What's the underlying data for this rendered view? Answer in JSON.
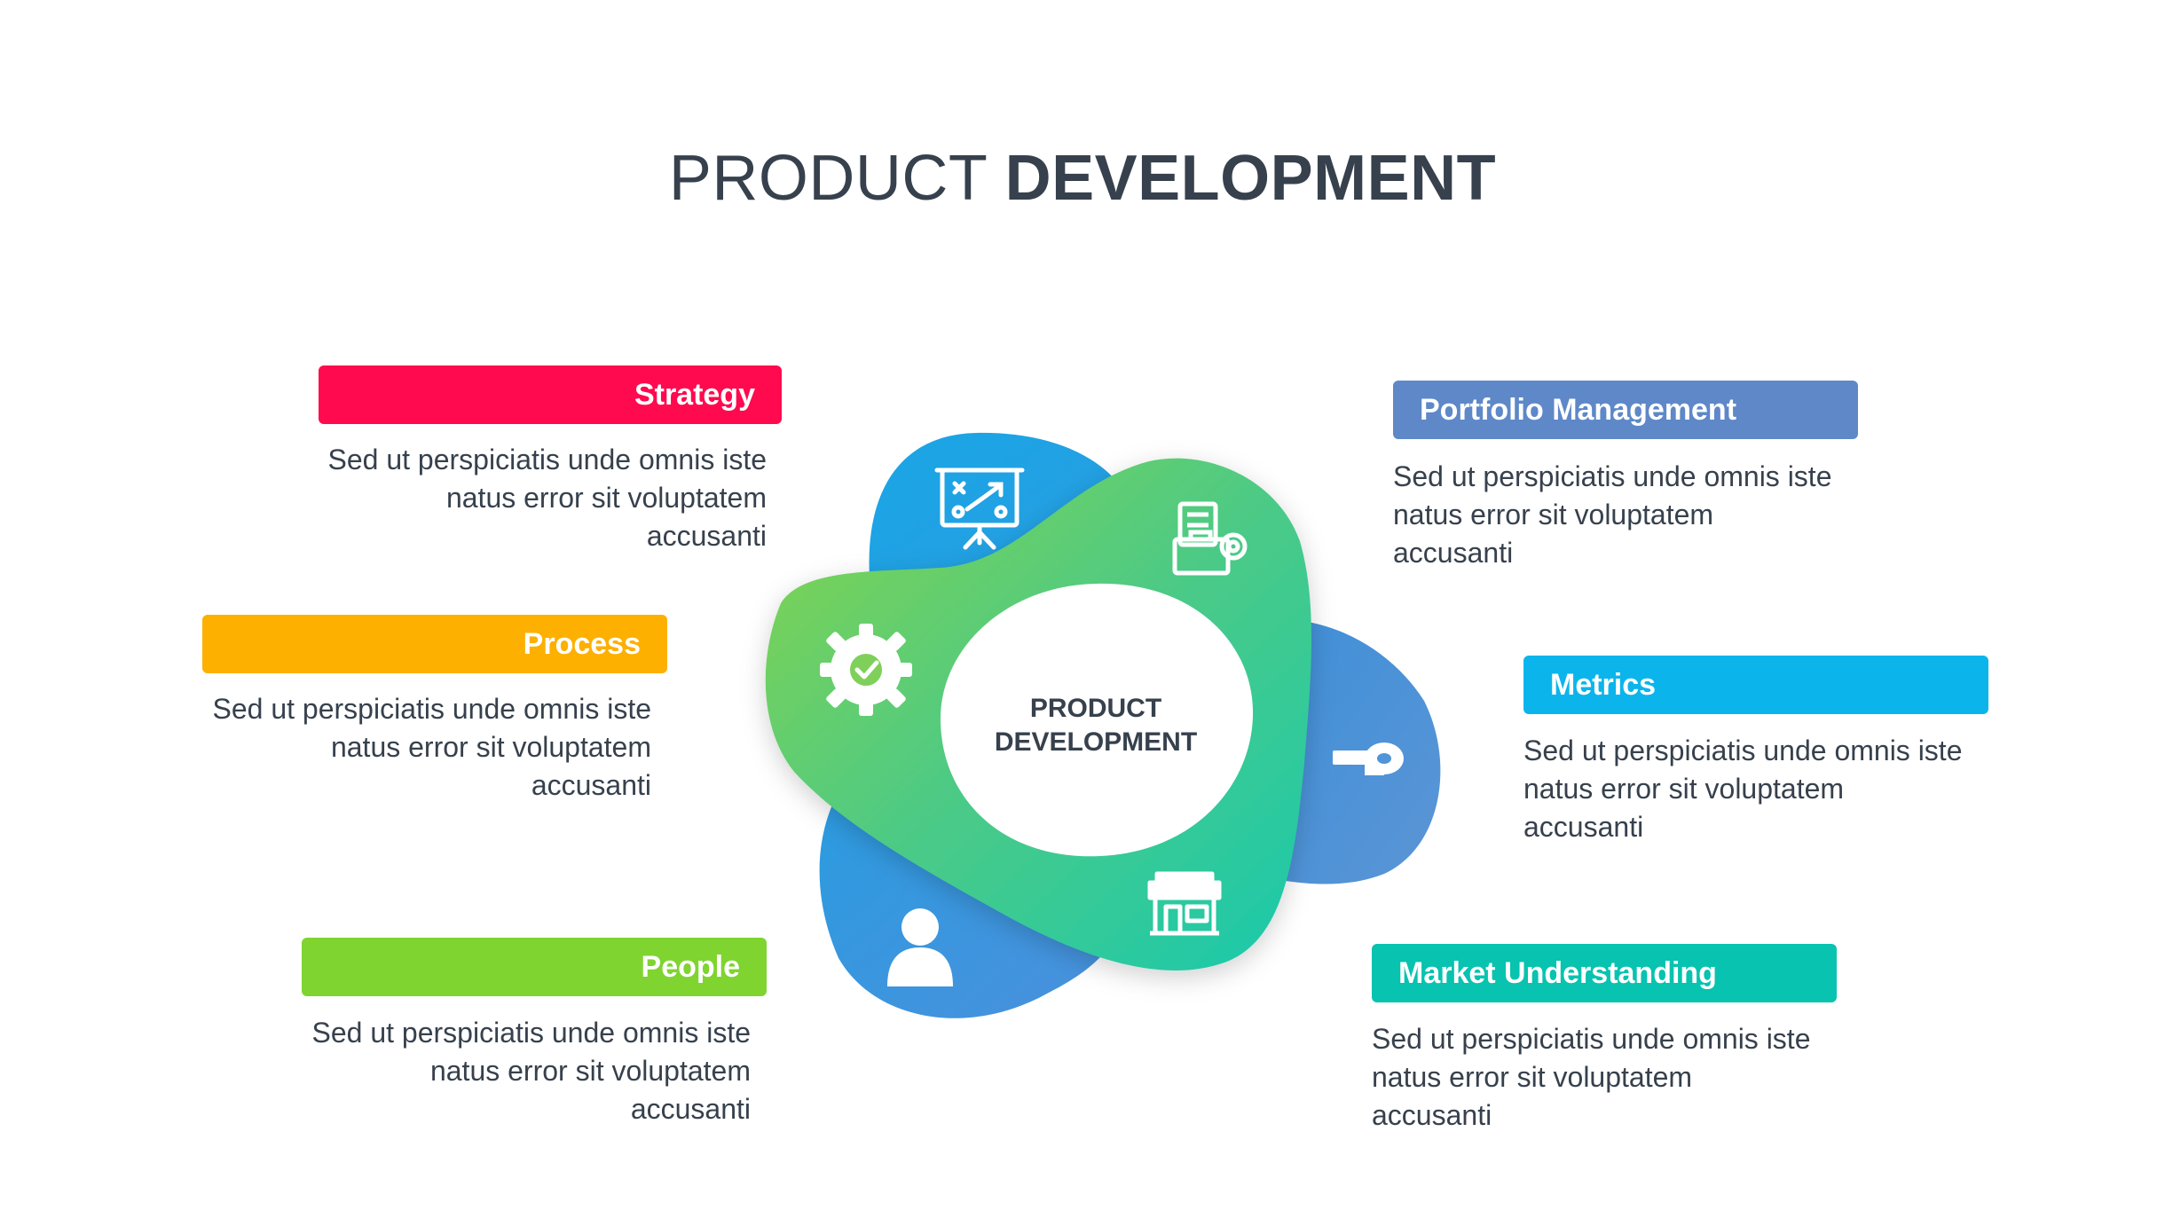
{
  "title": {
    "light": "PRODUCT",
    "bold": "DEVELOPMENT"
  },
  "center": {
    "line1": "PRODUCT",
    "line2": "DEVELOPMENT"
  },
  "items": [
    {
      "label": "Strategy",
      "text": [
        "Sed ut perspiciatis unde omnis iste",
        "natus error sit voluptatem",
        "accusanti"
      ],
      "color": "#ff0a4e",
      "icon": "presentation-board-icon"
    },
    {
      "label": "Process",
      "text": [
        "Sed ut perspiciatis unde omnis iste",
        "natus error sit voluptatem",
        "accusanti"
      ],
      "color": "#fdb000",
      "icon": "gear-check-icon"
    },
    {
      "label": "People",
      "text": [
        "Sed ut perspiciatis unde omnis iste",
        "natus error sit voluptatem",
        "accusanti"
      ],
      "color": "#7fd430",
      "icon": "person-icon"
    },
    {
      "label": "Portfolio Management",
      "text": [
        "Sed ut perspiciatis unde omnis iste",
        "natus error sit voluptatem",
        "accusanti"
      ],
      "color": "#5e88c8",
      "icon": "briefcase-gear-icon"
    },
    {
      "label": "Metrics",
      "text": [
        "Sed ut perspiciatis unde omnis iste",
        "natus error sit voluptatem",
        "accusanti"
      ],
      "color": "#0bb5ec",
      "icon": "tape-measure-icon"
    },
    {
      "label": "Market Understanding",
      "text": [
        "Sed ut perspiciatis unde omnis iste",
        "natus error sit voluptatem",
        "accusanti"
      ],
      "color": "#07c3b0",
      "icon": "storefront-icon"
    }
  ]
}
